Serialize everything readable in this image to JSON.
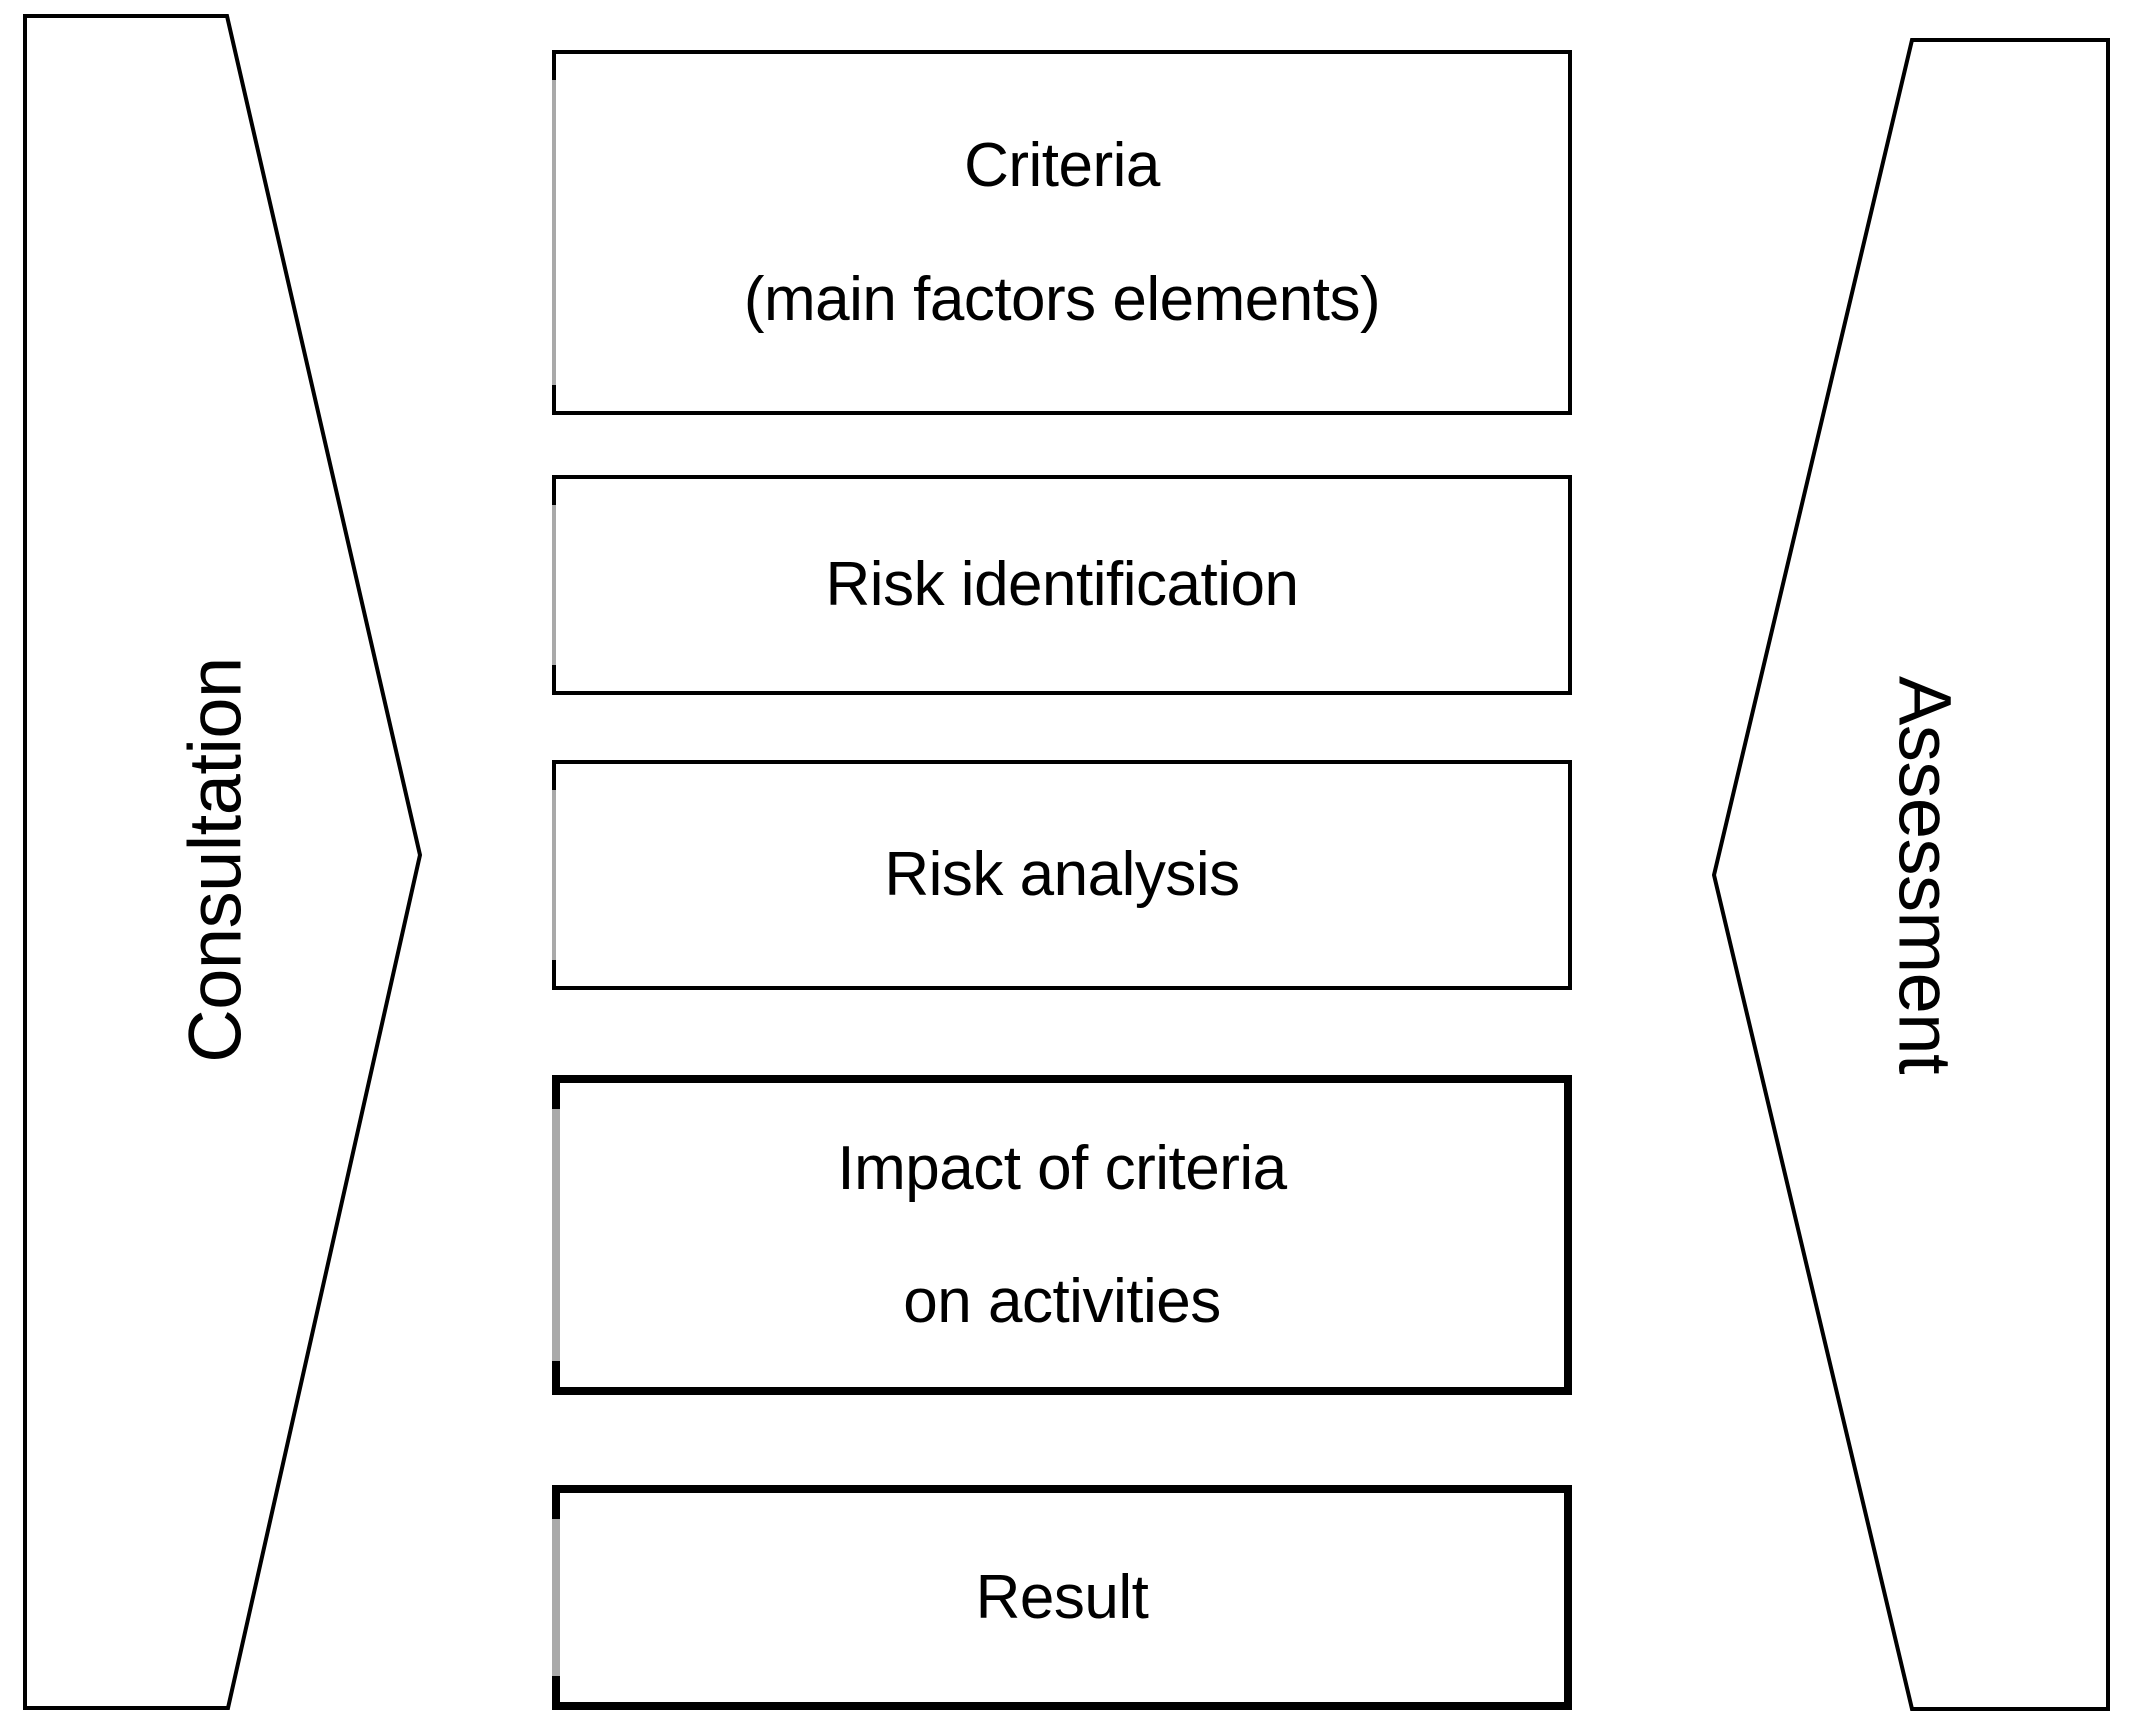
{
  "diagram": {
    "left_banner": {
      "label": "Consultation"
    },
    "right_banner": {
      "label": "Assessment"
    },
    "boxes": [
      {
        "name": "criteria",
        "lines": [
          "Criteria",
          "(main factors elements)"
        ],
        "emphasis": false
      },
      {
        "name": "risk-identification",
        "lines": [
          "Risk identification"
        ],
        "emphasis": false
      },
      {
        "name": "risk-analysis",
        "lines": [
          "Risk analysis"
        ],
        "emphasis": false
      },
      {
        "name": "impact-of-criteria",
        "lines": [
          "Impact of criteria",
          "on activities"
        ],
        "emphasis": true
      },
      {
        "name": "result",
        "lines": [
          "Result"
        ],
        "emphasis": true
      }
    ],
    "colors": {
      "stroke": "#000000",
      "left_border_gray": "#a9a9a9",
      "background": "#ffffff"
    }
  }
}
